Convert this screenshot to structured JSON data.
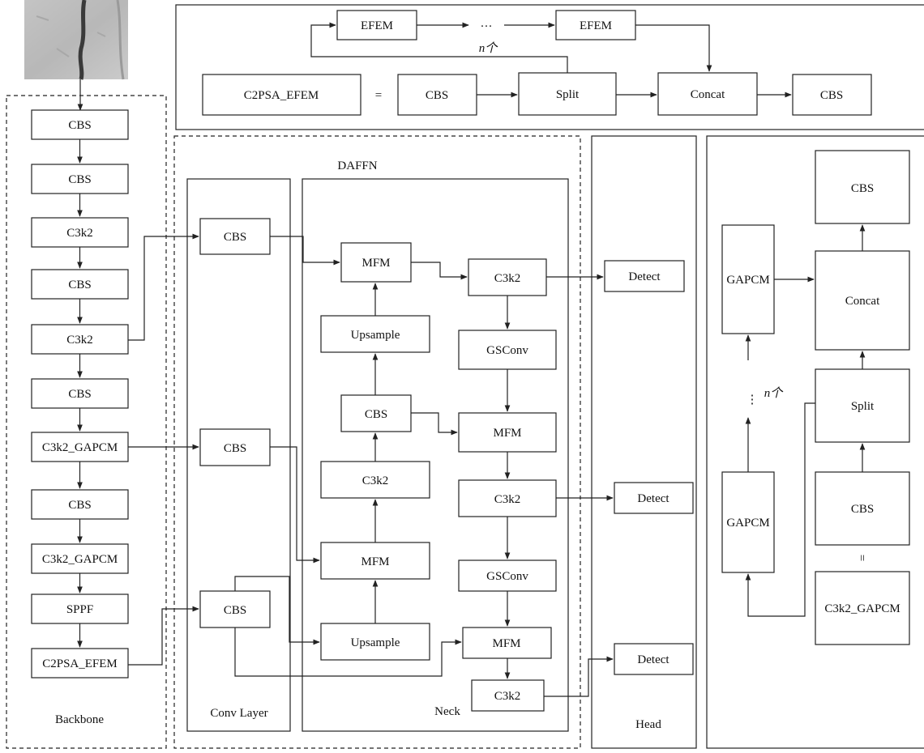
{
  "backbone": {
    "title": "Backbone",
    "blocks": [
      "CBS",
      "CBS",
      "C3k2",
      "CBS",
      "C3k2",
      "CBS",
      "C3k2_GAPCM",
      "CBS",
      "C3k2_GAPCM",
      "SPPF",
      "C2PSA_EFEM"
    ]
  },
  "c2psa_detail": {
    "efem_1": "EFEM",
    "ellipsis": "···",
    "efem_2": "EFEM",
    "repeat_label": "n个",
    "c2psa_efem": "C2PSA_EFEM",
    "equals": "=",
    "cbs_1": "CBS",
    "split": "Split",
    "concat": "Concat",
    "cbs_2": "CBS"
  },
  "conv_layer": {
    "title": "Conv Layer",
    "blocks": [
      "CBS",
      "CBS",
      "CBS"
    ]
  },
  "daffn": {
    "title": "DAFFN",
    "neck_title": "Neck",
    "left_column": [
      "MFM",
      "Upsample",
      "CBS",
      "C3k2",
      "MFM",
      "Upsample"
    ],
    "right_column": [
      "C3k2",
      "GSConv",
      "MFM",
      "C3k2",
      "GSConv",
      "MFM",
      "C3k2"
    ]
  },
  "head": {
    "title": "Head",
    "detects": [
      "Detect",
      "Detect",
      "Detect"
    ]
  },
  "c3k2_gapcm_detail": {
    "cbs_top": "CBS",
    "gapcm_top": "GAPCM",
    "concat": "Concat",
    "ellipsis": "⋮",
    "repeat_label": "n个",
    "split": "Split",
    "gapcm_bottom": "GAPCM",
    "cbs_bottom": "CBS",
    "equals": "=",
    "c3k2_gapcm": "C3k2_GAPCM"
  },
  "input_image": {
    "icon": "road-crack-image"
  }
}
